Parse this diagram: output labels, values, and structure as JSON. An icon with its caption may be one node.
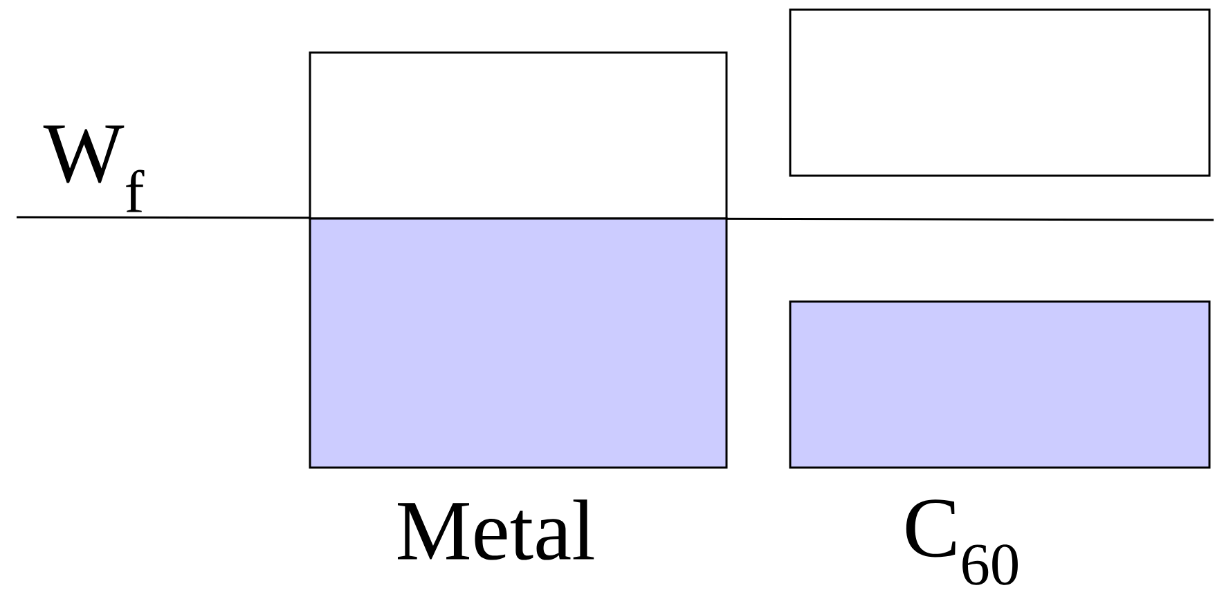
{
  "diagram": {
    "nodes": [
      {
        "text": [],
        "shape": "box"
      },
      {
        "text": [],
        "shape": "box"
      },
      {
        "text": [],
        "shape": "box"
      },
      {
        "text": [],
        "shape": "box"
      }
    ],
    "labels": [
      "W$_{f}$",
      "Metal",
      "C$_{60}$"
    ]
  }
}
